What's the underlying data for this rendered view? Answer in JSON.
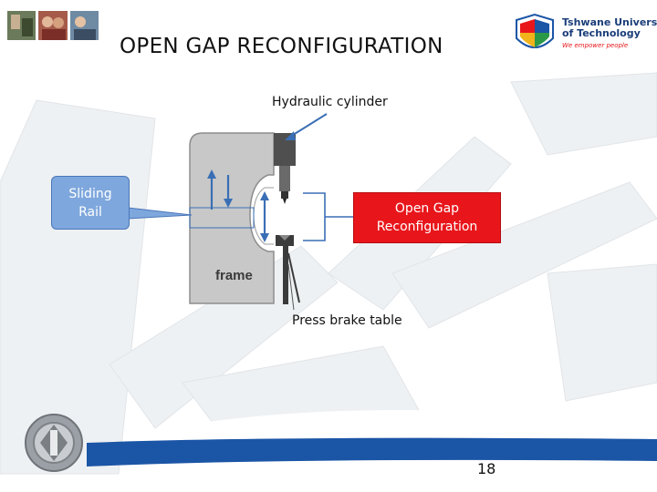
{
  "slide": {
    "title": "OPEN GAP RECONFIGURATION",
    "page_number": "18"
  },
  "logo": {
    "line1": "Tshwane University",
    "line2": "of Technology",
    "tagline": "We empower people"
  },
  "diagram": {
    "hydraulic_label": "Hydraulic cylinder",
    "frame_label": "frame",
    "press_brake_label": "Press brake table",
    "sliding_rail": "Sliding\nRail",
    "open_gap": "Open Gap\nReconfiguration"
  },
  "colors": {
    "banner_blue": "#1b55a6",
    "callout_blue": "#7ea7dd",
    "callout_red": "#e8161b",
    "frame_gray": "#c8c8c8",
    "arrow_blue": "#3a6fb5"
  }
}
